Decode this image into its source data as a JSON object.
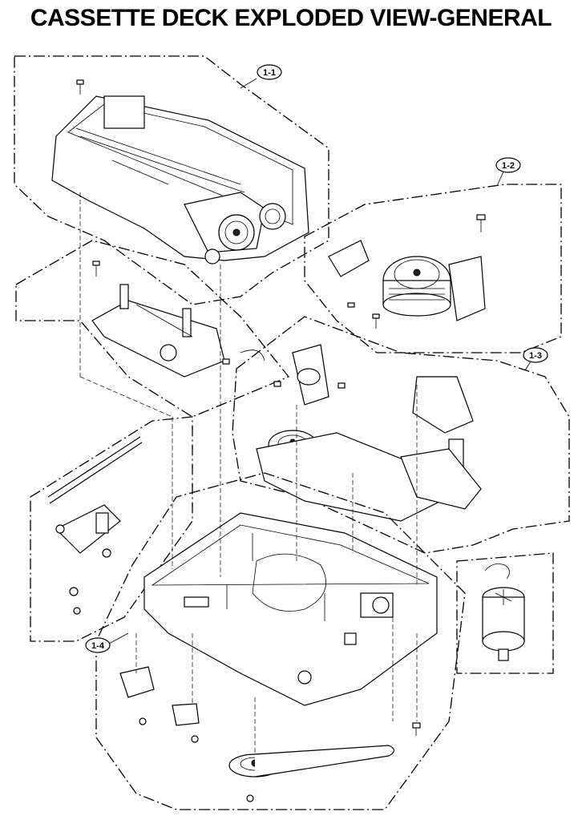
{
  "title": "CASSETTE DECK EXPLODED VIEW-GENERAL",
  "callouts": [
    "1-1",
    "1-2",
    "1-3",
    "1-4"
  ],
  "colors": {
    "ink": "#000000",
    "paper": "#ffffff"
  }
}
